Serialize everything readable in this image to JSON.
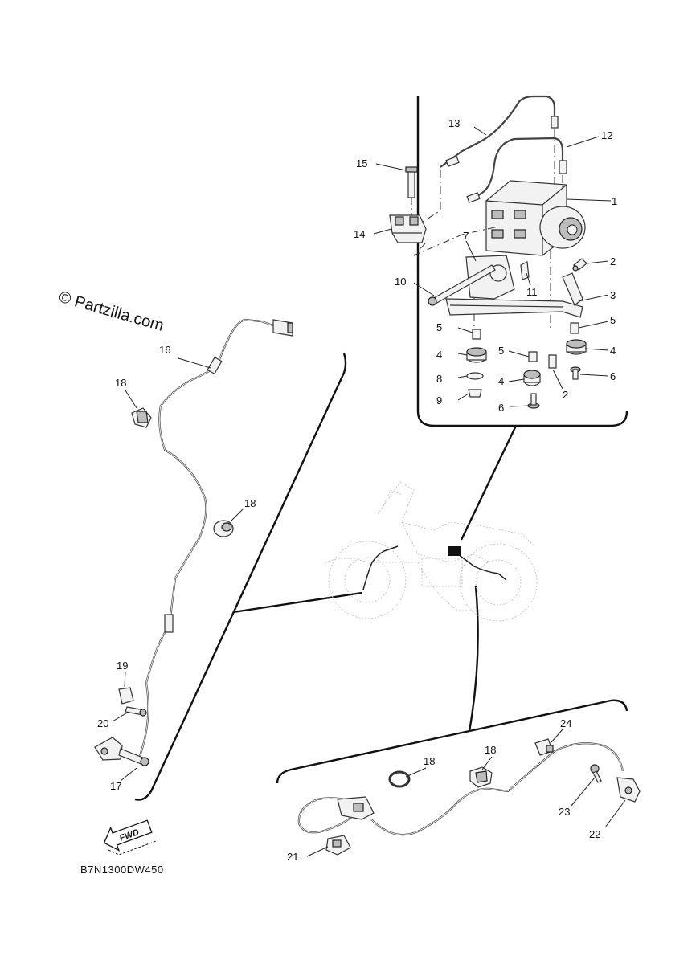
{
  "watermark": "© Partzilla.com",
  "diagram_code": "B7N1300DW450",
  "fwd_label": "FWD",
  "callouts": {
    "c1": "1",
    "c2a": "2",
    "c2b": "2",
    "c3": "3",
    "c4a": "4",
    "c4b": "4",
    "c4c": "4",
    "c5a": "5",
    "c5b": "5",
    "c5c": "5",
    "c6a": "6",
    "c6b": "6",
    "c7": "7",
    "c8": "8",
    "c9": "9",
    "c10": "10",
    "c11": "11",
    "c12": "12",
    "c13": "13",
    "c14": "14",
    "c15": "15",
    "c16": "16",
    "c17": "17",
    "c18a": "18",
    "c18b": "18",
    "c18c": "18",
    "c18d": "18",
    "c19": "19",
    "c20": "20",
    "c21": "21",
    "c22": "22",
    "c23": "23",
    "c24": "24"
  }
}
